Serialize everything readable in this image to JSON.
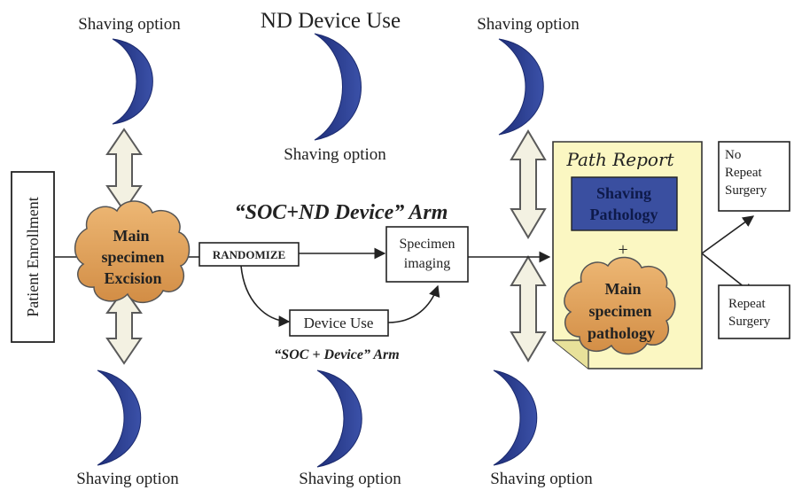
{
  "labels": {
    "top_title": "ND Device Use",
    "shaving_option": "Shaving option",
    "patient_enrollment": "Patient Enrollment",
    "main_specimen_excision": [
      "Main",
      "specimen",
      "Excision"
    ],
    "randomize": "RANDOMIZE",
    "soc_nd_arm": "“SOC+ND Device” Arm",
    "specimen_imaging": [
      "Specimen",
      "imaging"
    ],
    "device_use": "Device Use",
    "soc_device_arm": "“SOC + Device” Arm",
    "path_report": "Path Report",
    "shaving_pathology": [
      "Shaving",
      "Pathology"
    ],
    "plus": "+",
    "main_specimen_pathology": [
      "Main",
      "specimen",
      "pathology"
    ],
    "no_repeat_surgery": [
      "No",
      "Repeat",
      "Surgery"
    ],
    "repeat_surgery": [
      "Repeat",
      "Surgery"
    ]
  },
  "colors": {
    "moon": "#2c3f8f",
    "cloud": "#e1a25c",
    "report_bg": "#fbf7c2",
    "pathology_box": "#3a4fa0"
  }
}
